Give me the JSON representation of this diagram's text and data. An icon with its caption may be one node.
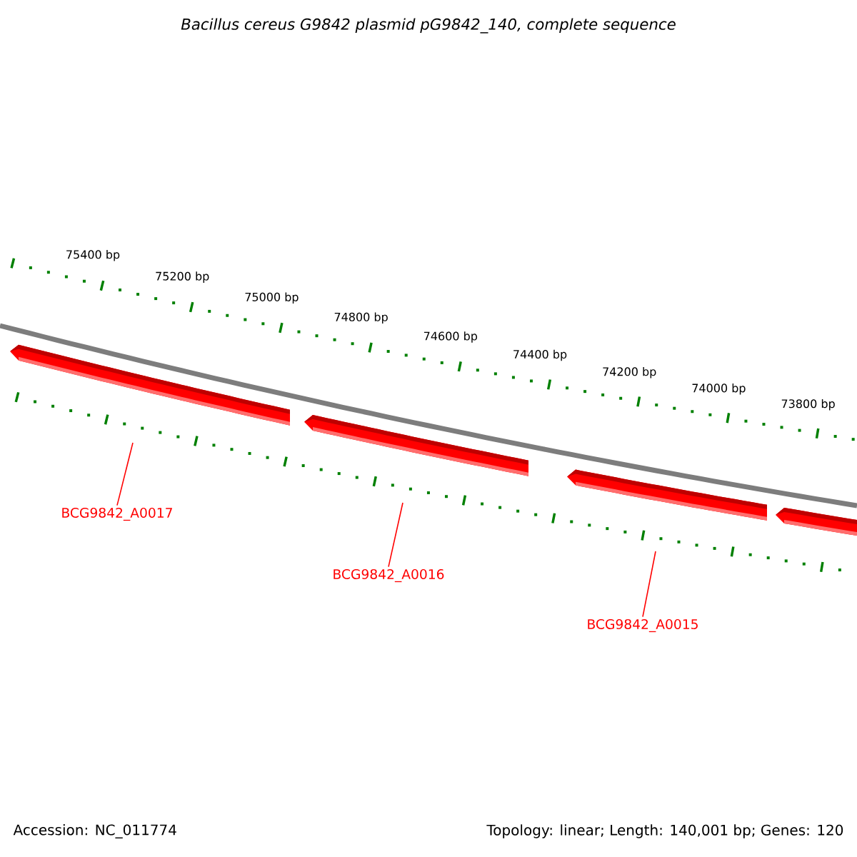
{
  "diagram": {
    "title": "Bacillus cereus G9842 plasmid pG9842_140, complete sequence",
    "nodes": [
      {
        "text": [],
        "shape": "bar"
      },
      {
        "text": [],
        "shape": "bar"
      },
      {
        "text": [],
        "shape": "bar"
      },
      {
        "text": [],
        "shape": "bar"
      },
      {
        "text": [
          "BCG9842_A0017"
        ]
      },
      {
        "text": [
          "BCG9842_A0016"
        ]
      },
      {
        "text": [
          "BCG9842_A0015"
        ]
      }
    ],
    "edges": [
      {
        "from": 4,
        "to": null,
        "arrow": "none"
      },
      {
        "from": 5,
        "to": null,
        "arrow": "none"
      },
      {
        "from": 6,
        "to": null,
        "arrow": "none"
      }
    ],
    "labels": [
      "75400 bp",
      "75200 bp",
      "75000 bp",
      "74800 bp",
      "74600 bp",
      "74400 bp",
      "74200 bp",
      "74000 bp",
      "73800 bp",
      "Accession: NC_011774",
      "Topology: linear; Length: 140,001 bp; Genes: 120"
    ]
  }
}
